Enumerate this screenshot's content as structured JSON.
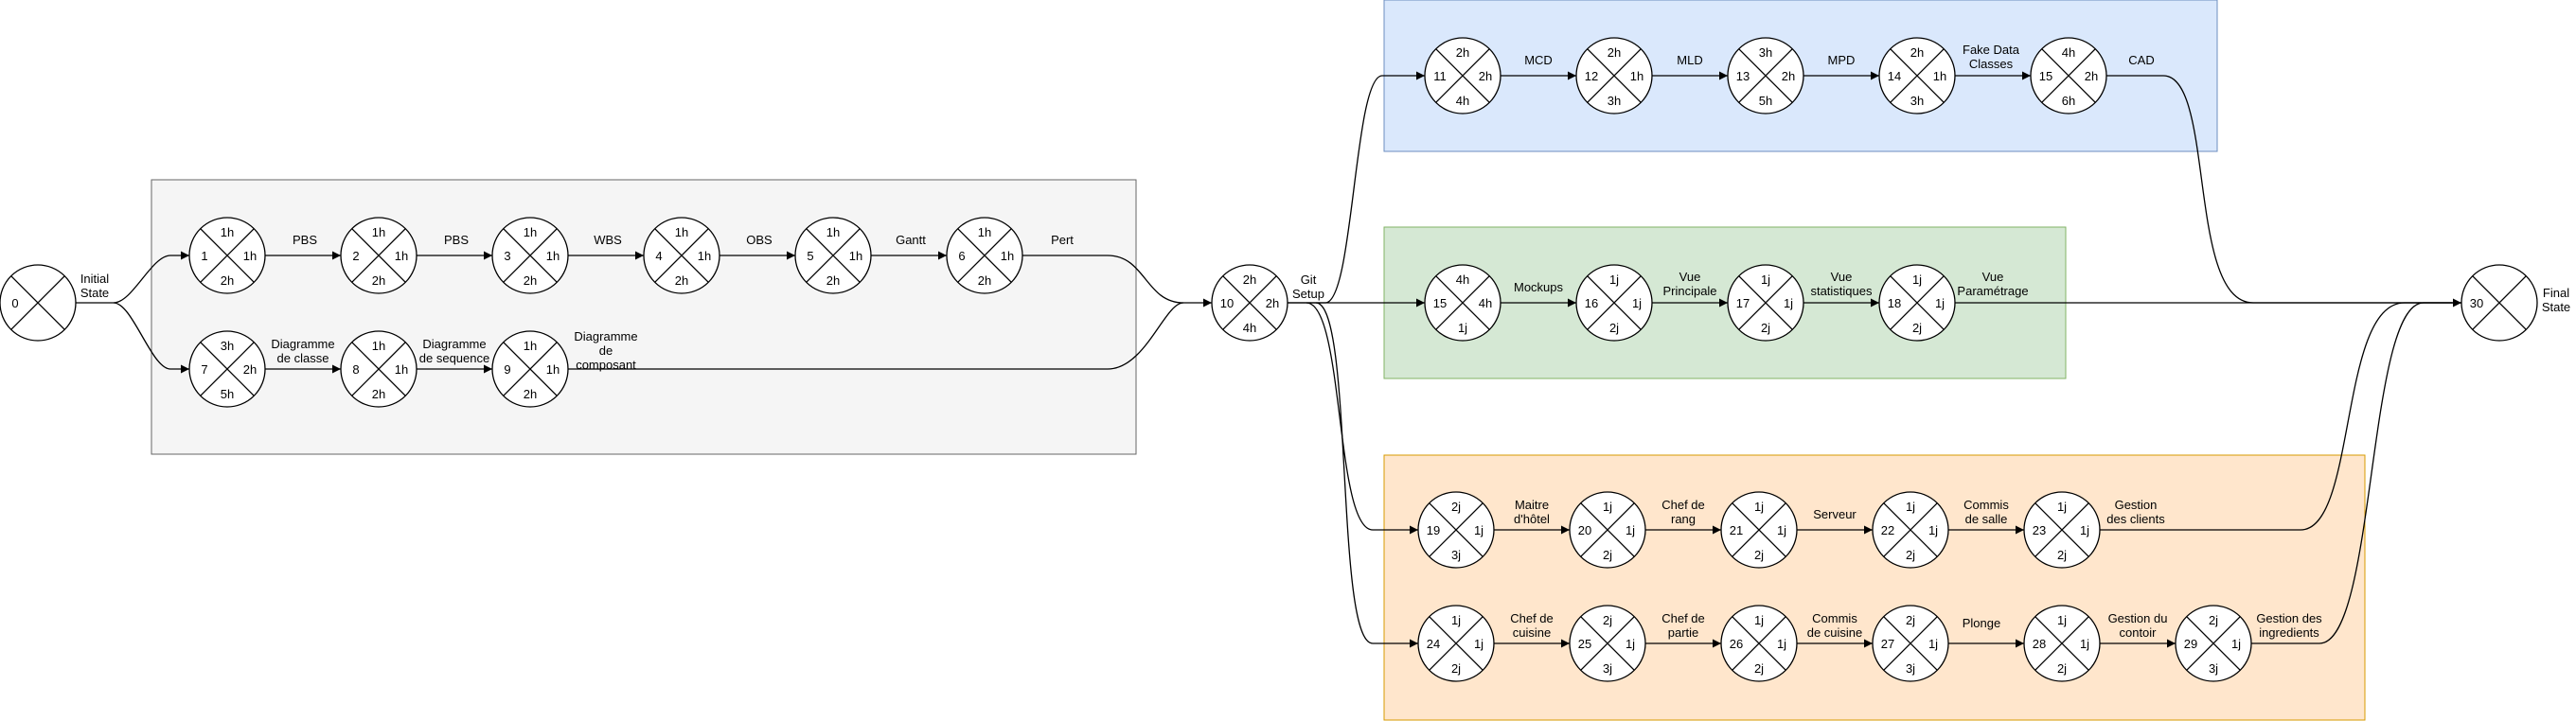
{
  "colors": {
    "grey_group_fill": "#f5f5f5",
    "blue_group_fill": "#dae8fc",
    "green_group_fill": "#d5e8d4",
    "orange_group_fill": "#ffe6cc"
  },
  "nodes": {
    "n0": {
      "id": "0",
      "top": "",
      "left": "",
      "right": "",
      "bottom": ""
    },
    "n1": {
      "id": "1",
      "top": "1h",
      "left": "1",
      "right": "1h",
      "bottom": "2h"
    },
    "n2": {
      "id": "2",
      "top": "1h",
      "left": "2",
      "right": "1h",
      "bottom": "2h"
    },
    "n3": {
      "id": "3",
      "top": "1h",
      "left": "3",
      "right": "1h",
      "bottom": "2h"
    },
    "n4": {
      "id": "4",
      "top": "1h",
      "left": "4",
      "right": "1h",
      "bottom": "2h"
    },
    "n5": {
      "id": "5",
      "top": "1h",
      "left": "5",
      "right": "1h",
      "bottom": "2h"
    },
    "n6": {
      "id": "6",
      "top": "1h",
      "left": "6",
      "right": "1h",
      "bottom": "2h"
    },
    "n7": {
      "id": "7",
      "top": "3h",
      "left": "7",
      "right": "2h",
      "bottom": "5h"
    },
    "n8": {
      "id": "8",
      "top": "1h",
      "left": "8",
      "right": "1h",
      "bottom": "2h"
    },
    "n9": {
      "id": "9",
      "top": "1h",
      "left": "9",
      "right": "1h",
      "bottom": "2h"
    },
    "n10": {
      "id": "10",
      "top": "2h",
      "left": "10",
      "right": "2h",
      "bottom": "4h"
    },
    "n11": {
      "id": "11",
      "top": "2h",
      "left": "11",
      "right": "2h",
      "bottom": "4h"
    },
    "n12": {
      "id": "12",
      "top": "2h",
      "left": "12",
      "right": "1h",
      "bottom": "3h"
    },
    "n13": {
      "id": "13",
      "top": "3h",
      "left": "13",
      "right": "2h",
      "bottom": "5h"
    },
    "n14": {
      "id": "14",
      "top": "2h",
      "left": "14",
      "right": "1h",
      "bottom": "3h"
    },
    "n15a": {
      "id": "15",
      "top": "4h",
      "left": "15",
      "right": "2h",
      "bottom": "6h"
    },
    "n15b": {
      "id": "15",
      "top": "4h",
      "left": "15",
      "right": "4h",
      "bottom": "1j"
    },
    "n16": {
      "id": "16",
      "top": "1j",
      "left": "16",
      "right": "1j",
      "bottom": "2j"
    },
    "n17": {
      "id": "17",
      "top": "1j",
      "left": "17",
      "right": "1j",
      "bottom": "2j"
    },
    "n18": {
      "id": "18",
      "top": "1j",
      "left": "18",
      "right": "1j",
      "bottom": "2j"
    },
    "n19": {
      "id": "19",
      "top": "2j",
      "left": "19",
      "right": "1j",
      "bottom": "3j"
    },
    "n20": {
      "id": "20",
      "top": "1j",
      "left": "20",
      "right": "1j",
      "bottom": "2j"
    },
    "n21": {
      "id": "21",
      "top": "1j",
      "left": "21",
      "right": "1j",
      "bottom": "2j"
    },
    "n22": {
      "id": "22",
      "top": "1j",
      "left": "22",
      "right": "1j",
      "bottom": "2j"
    },
    "n23": {
      "id": "23",
      "top": "1j",
      "left": "23",
      "right": "1j",
      "bottom": "2j"
    },
    "n24": {
      "id": "24",
      "top": "1j",
      "left": "24",
      "right": "1j",
      "bottom": "2j"
    },
    "n25": {
      "id": "25",
      "top": "2j",
      "left": "25",
      "right": "1j",
      "bottom": "3j"
    },
    "n26": {
      "id": "26",
      "top": "1j",
      "left": "26",
      "right": "1j",
      "bottom": "2j"
    },
    "n27": {
      "id": "27",
      "top": "2j",
      "left": "27",
      "right": "1j",
      "bottom": "3j"
    },
    "n28": {
      "id": "28",
      "top": "1j",
      "left": "28",
      "right": "1j",
      "bottom": "2j"
    },
    "n29": {
      "id": "29",
      "top": "2j",
      "left": "29",
      "right": "1j",
      "bottom": "3j"
    },
    "n30": {
      "id": "30",
      "top": "",
      "left": "",
      "right": "",
      "bottom": ""
    }
  },
  "state_labels": {
    "initial": [
      "Initial",
      "State"
    ],
    "final": [
      "Final",
      "State"
    ]
  },
  "edge_labels": {
    "e1_2": [
      "PBS"
    ],
    "e2_3": [
      "PBS"
    ],
    "e3_4": [
      "WBS"
    ],
    "e4_5": [
      "OBS"
    ],
    "e5_6": [
      "Gantt"
    ],
    "e6_10": [
      "Pert"
    ],
    "e7_8": [
      "Diagramme",
      "de classe"
    ],
    "e8_9": [
      "Diagramme",
      "de sequence"
    ],
    "e9_10": [
      "Diagramme",
      "de",
      "composant"
    ],
    "e10_out": [
      "Git",
      "Setup"
    ],
    "e11_12": [
      "MCD"
    ],
    "e12_13": [
      "MLD"
    ],
    "e13_14": [
      "MPD"
    ],
    "e14_15": [
      "Fake Data",
      "Classes"
    ],
    "e15_30": [
      "CAD"
    ],
    "e15_16": [
      "Mockups"
    ],
    "e16_17": [
      "Vue",
      "Principale"
    ],
    "e17_18": [
      "Vue",
      "statistiques"
    ],
    "e18_30": [
      "Vue",
      "Paramétrage"
    ],
    "e19_20": [
      "Maitre",
      "d'hôtel"
    ],
    "e20_21": [
      "Chef de",
      "rang"
    ],
    "e21_22": [
      "Serveur"
    ],
    "e22_23": [
      "Commis",
      "de salle"
    ],
    "e23_30": [
      "Gestion",
      "des clients"
    ],
    "e24_25": [
      "Chef de",
      "cuisine"
    ],
    "e25_26": [
      "Chef de",
      "partie"
    ],
    "e26_27": [
      "Commis",
      "de cuisine"
    ],
    "e27_28": [
      "Plonge"
    ],
    "e28_29": [
      "Gestion du",
      "contoir"
    ],
    "e29_30": [
      "Gestion des",
      "ingredients"
    ]
  }
}
